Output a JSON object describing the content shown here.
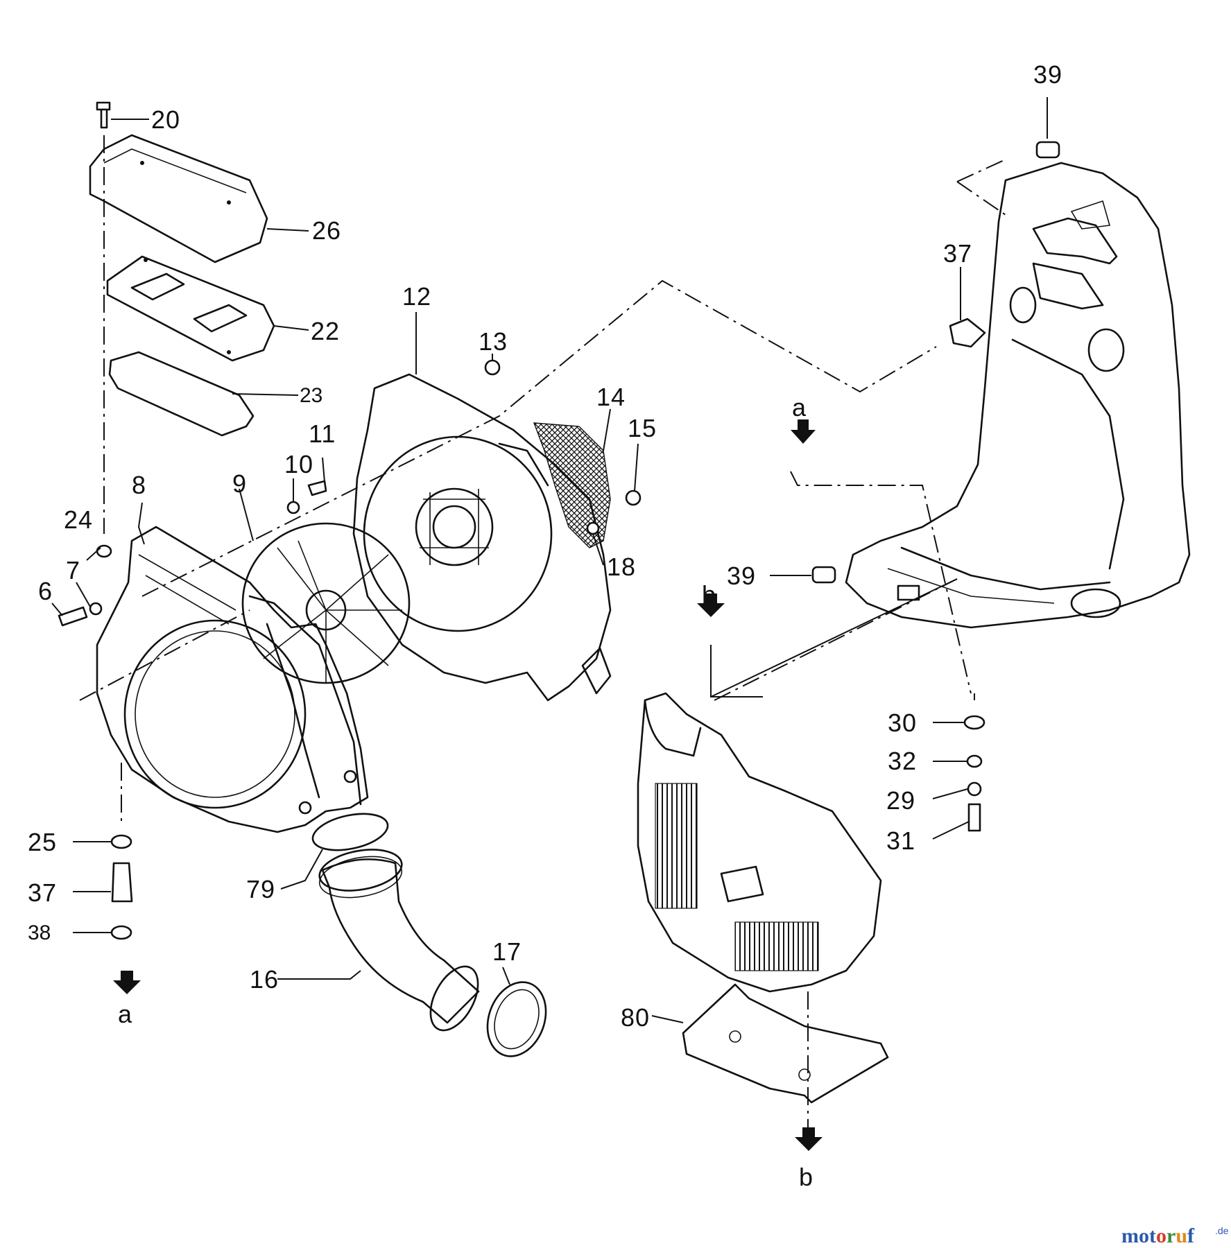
{
  "callouts": {
    "c6": "6",
    "c7": "7",
    "c8": "8",
    "c9": "9",
    "c10": "10",
    "c11": "11",
    "c12": "12",
    "c13": "13",
    "c14": "14",
    "c15": "15",
    "c16": "16",
    "c17": "17",
    "c18": "18",
    "c20": "20",
    "c22": "22",
    "c23": "23",
    "c24": "24",
    "c25": "25",
    "c26": "26",
    "c29": "29",
    "c30": "30",
    "c31": "31",
    "c32": "32",
    "c37a": "37",
    "c37b": "37",
    "c38": "38",
    "c39a": "39",
    "c39b": "39",
    "c79": "79",
    "c80": "80"
  },
  "markers": {
    "a_top": "a",
    "a_bottom": "a",
    "b_left": "b",
    "b_bottom": "b"
  },
  "watermark": {
    "m1": "m",
    "o1": "o",
    "t": "t",
    "o2": "o",
    "r": "r",
    "u": "u",
    "f": "f",
    "suffix": ".de"
  },
  "colors": {
    "line": "#111111",
    "watermark_blue": "#2b5aa8",
    "watermark_red": "#d23b2a",
    "watermark_green": "#3a8a3a",
    "watermark_orange": "#e08a1e"
  }
}
